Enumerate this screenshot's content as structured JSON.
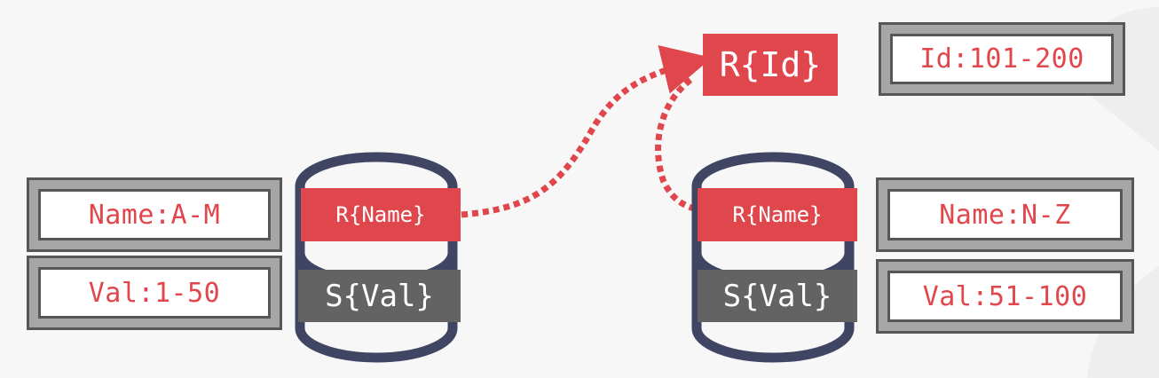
{
  "router": {
    "label": "R{Id}"
  },
  "router_range": {
    "label": "Id:101-200"
  },
  "node_left": {
    "r_label": "R{Name}",
    "s_label": "S{Val}",
    "name_range": "Name:A-M",
    "val_range": "Val:1-50"
  },
  "node_right": {
    "r_label": "R{Name}",
    "s_label": "S{Val}",
    "name_range": "Name:N-Z",
    "val_range": "Val:51-100"
  },
  "colors": {
    "accent_red": "#e0474c",
    "dark_gray": "#636363",
    "outline_navy": "#3f4563",
    "box_border": "#575757",
    "box_fill": "#a6a6a6",
    "background": "#f7f7f7"
  }
}
